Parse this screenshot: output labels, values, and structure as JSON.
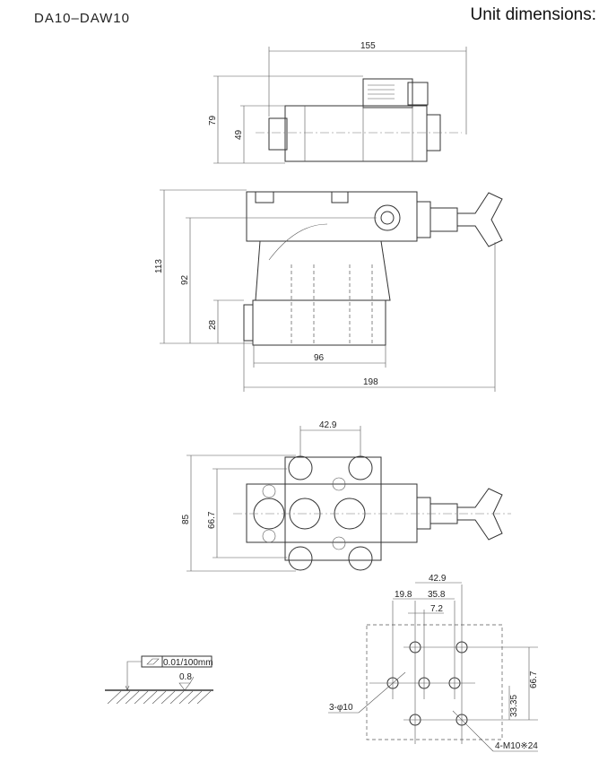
{
  "header": {
    "model": "DA10–DAW10",
    "section_title": "Unit dimensions:"
  },
  "top_view": {
    "width": "155",
    "height": "79",
    "body_height": "49"
  },
  "front_view": {
    "height": "113",
    "port_height": "92",
    "base_height": "28",
    "base_width": "96",
    "overall_length": "198"
  },
  "bottom_view": {
    "bolt_spacing": "42.9",
    "depth": "85",
    "bolt_pitch": "66.7"
  },
  "mounting_pattern": {
    "dim_42_9": "42.9",
    "dim_19_8": "19.8",
    "dim_35_8": "35.8",
    "dim_7_2": "7.2",
    "dim_66_7": "66.7",
    "dim_33_35": "33.35",
    "ports": "3-φ10",
    "threads": "4-M10※24"
  },
  "surface_spec": {
    "flatness": "0.01/100mm",
    "roughness": "0.8"
  }
}
